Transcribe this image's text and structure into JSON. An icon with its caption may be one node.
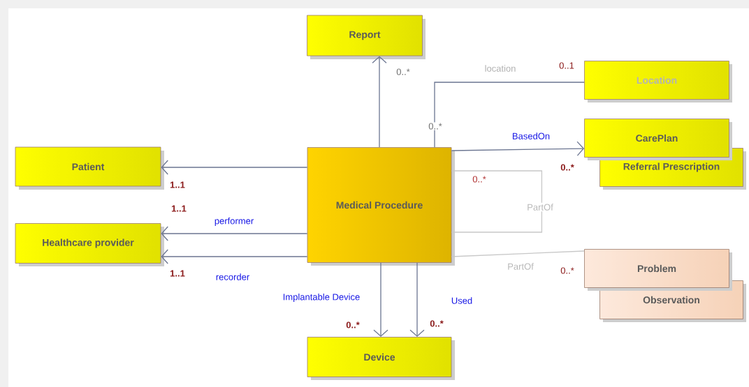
{
  "diagram": {
    "nodes": [
      {
        "text": [
          "Report"
        ]
      },
      {
        "text": [
          "Location"
        ]
      },
      {
        "text": [
          "CarePlan"
        ]
      },
      {
        "text": [
          "Referral Prescription"
        ]
      },
      {
        "text": [
          "Patient"
        ]
      },
      {
        "text": [
          "Medical Procedure"
        ]
      },
      {
        "text": [
          "Healthcare provider"
        ]
      },
      {
        "text": [
          "Problem"
        ]
      },
      {
        "text": [
          "Observation"
        ]
      },
      {
        "text": [
          "Device"
        ]
      }
    ],
    "edges": [
      {
        "from": 5,
        "to": 0,
        "arrow": "to"
      },
      {
        "from": 5,
        "to": 1,
        "arrow": "none",
        "label": "location"
      },
      {
        "from": 5,
        "to": 2,
        "arrow": "to",
        "label": "BasedOn"
      },
      {
        "from": 5,
        "to": 4,
        "arrow": "to"
      },
      {
        "from": 5,
        "to": 6,
        "arrow": "to",
        "label": "performer"
      },
      {
        "from": 5,
        "to": 6,
        "arrow": "to",
        "label": "recorder"
      },
      {
        "from": 5,
        "to": 9,
        "arrow": "to",
        "label": "Implantable Device"
      },
      {
        "from": 5,
        "to": 9,
        "arrow": "to",
        "label": "Used"
      },
      {
        "from": 5,
        "to": 5,
        "arrow": "none",
        "label": "PartOf",
        "color": "#c8c8c8"
      },
      {
        "from": 5,
        "to": 7,
        "arrow": "none",
        "label": "PartOf",
        "color": "#c8c8c8"
      }
    ],
    "labels": [
      "0..*",
      "0..1",
      "0..*",
      "0..*",
      "1..1",
      "0..*",
      "1..1",
      "1..1",
      "0..*",
      "0..*",
      "0..*"
    ]
  }
}
